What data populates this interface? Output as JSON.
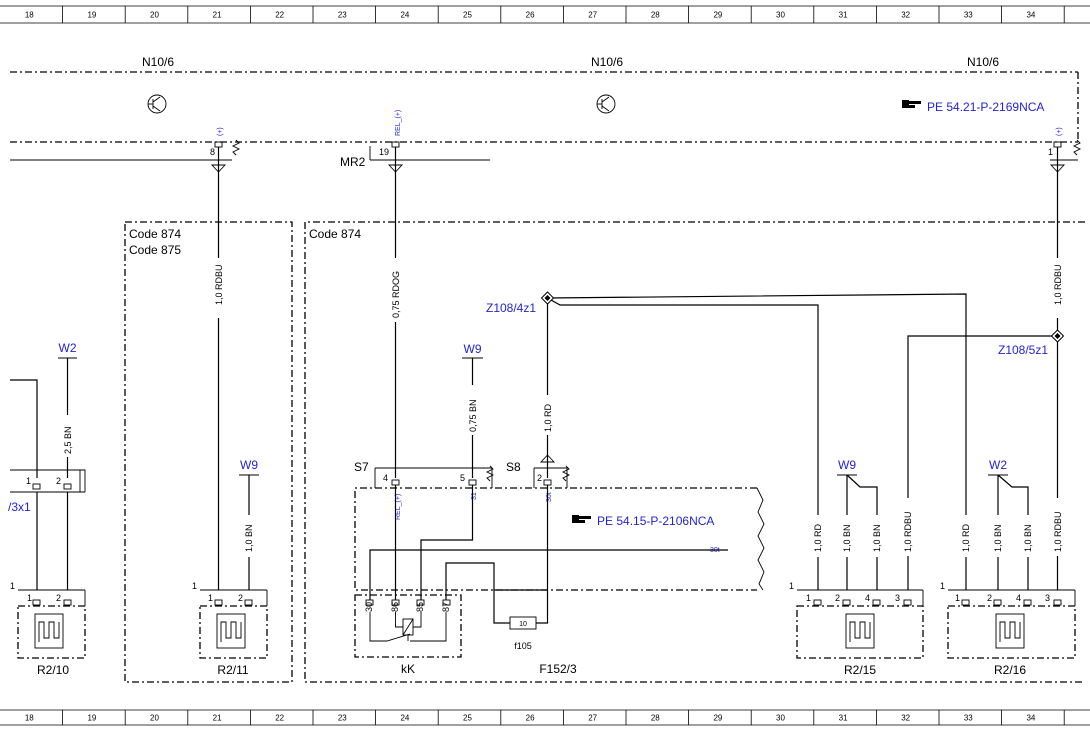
{
  "ruler": {
    "columns": [
      "18",
      "19",
      "20",
      "21",
      "22",
      "23",
      "24",
      "25",
      "26",
      "27",
      "28",
      "29",
      "30",
      "31",
      "32",
      "33",
      "34"
    ]
  },
  "module": {
    "labels": [
      "N10/6",
      "N10/6",
      "N10/6"
    ],
    "reference": "PE 54.21-P-2169NCA",
    "pin_labels": [
      "8",
      "19",
      "1"
    ],
    "pin_signals": [
      "(+)",
      "REL_(+)",
      "(+)"
    ],
    "mr_label": "MR2"
  },
  "codes": {
    "left": [
      "Code 874",
      "Code 875"
    ],
    "right": "Code 874"
  },
  "wires": {
    "w1": "1,0 RDBU",
    "w2": "0,75 RDOG",
    "w3": "0,75 BN",
    "w4": "1,0 RD",
    "w5": "1,0 RDBU",
    "w6": "2,5 BN",
    "r211_bn": "1,0 BN",
    "r215": [
      "1,0 RD",
      "1,0 BN",
      "1,0 BN",
      "1,0 RDBU"
    ],
    "r216": [
      "1,0 RD",
      "1,0 BN",
      "1,0 BN",
      "1,0 RDBU"
    ]
  },
  "grounds": [
    "W2",
    "W9",
    "W9",
    "W9",
    "W2"
  ],
  "splices": [
    "Z108/4z1",
    "Z108/5z1"
  ],
  "fuse_box": {
    "reference": "PE 54.15-P-2106NCA",
    "s7": "S7",
    "s8": "S8",
    "pins": [
      "4",
      "5",
      "2"
    ],
    "signals": [
      "REL_(+)",
      "31",
      "30t",
      "30t"
    ],
    "relay_pins": [
      "30",
      "86",
      "85",
      "87"
    ],
    "relay_label": "kK",
    "fuse_value": "10",
    "fuse_label": "f105",
    "label": "F152/3"
  },
  "components": {
    "partial_label": "/3x1",
    "heaters": [
      "R2/10",
      "R2/11",
      "R2/15",
      "R2/16"
    ],
    "pin_two": [
      "1",
      "2"
    ],
    "pin_four": [
      "1",
      "2",
      "4",
      "3"
    ],
    "side_pin": "1"
  },
  "icons": [
    "transistor-icon",
    "pointing-hand-icon",
    "heating-element-icon",
    "ground-icon",
    "fuse-icon",
    "relay-coil-icon"
  ]
}
